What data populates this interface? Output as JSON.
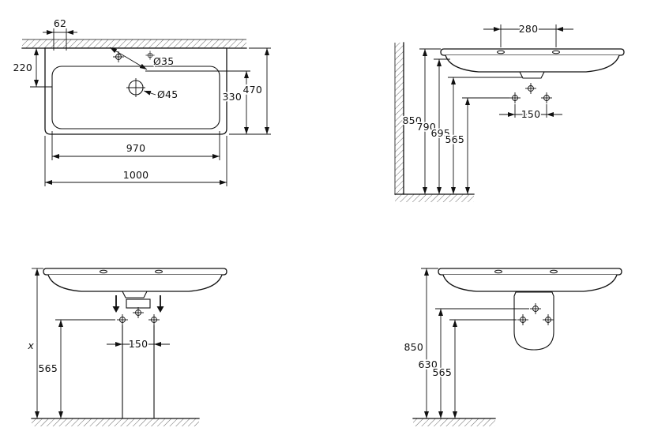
{
  "drawing": {
    "background_color": "#ffffff",
    "line_color": "#111111",
    "views": {
      "plan": {
        "dims": {
          "rim_offset": "62",
          "hole_setback": "220",
          "tap_hole_diameter": "Ø35",
          "waste_hole_diameter": "Ø45",
          "hole_to_front": "330",
          "overall_depth": "470",
          "bowl_width": "970",
          "overall_width": "1000"
        }
      },
      "front_wall_mounting": {
        "dims": {
          "tap_centres": "280",
          "fixing_centres": "150",
          "rim_height": "850",
          "underside_height": "790",
          "outlet_height": "695",
          "fixing_height": "565"
        }
      },
      "front_with_legs": {
        "dims": {
          "rim_height": "x",
          "fixing_centres": "150",
          "fixing_height": "565"
        }
      },
      "front_with_pedestal": {
        "dims": {
          "rim_height": "850",
          "upper_fixing_height": "630",
          "fixing_height": "565"
        }
      }
    }
  }
}
